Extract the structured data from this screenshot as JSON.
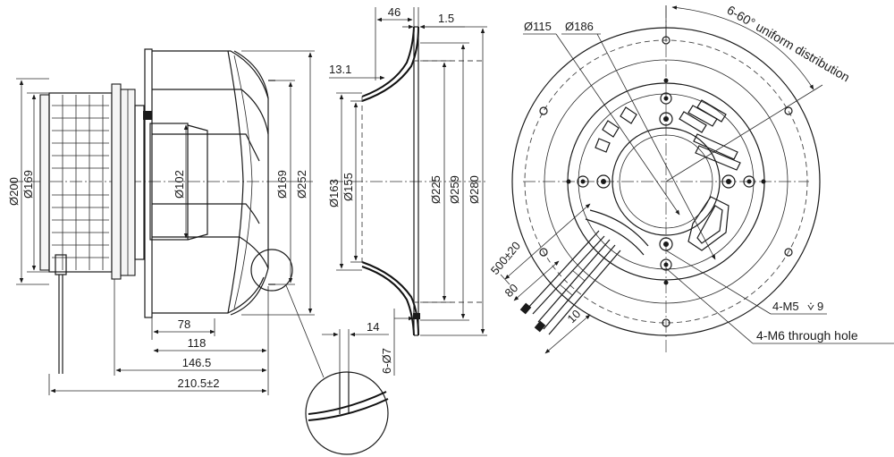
{
  "diagram": {
    "side_view": {
      "dims": {
        "d200": "Ø200",
        "d169_motor": "Ø169",
        "d102": "Ø102",
        "d169_wheel": "Ø169",
        "d252": "Ø252",
        "l78": "78",
        "l118": "118",
        "l146": "146.5",
        "l210": "210.5±2"
      }
    },
    "section_view": {
      "dims": {
        "w46": "46",
        "w1_5": "1.5",
        "w13_1": "13.1",
        "d163": "Ø163",
        "d155": "Ø155",
        "d225": "Ø225",
        "d259": "Ø259",
        "d280": "Ø280",
        "w14": "14",
        "holes": "6-Ø7"
      }
    },
    "front_view": {
      "dims": {
        "d115": "Ø115",
        "d186": "Ø186",
        "angle_note": "6-60° uniform distribution",
        "cable": "500±20",
        "strip80": "80",
        "strip10": "10",
        "m5": "4-M5",
        "m5_depth": "9",
        "m6": "4-M6 through hole"
      }
    }
  }
}
